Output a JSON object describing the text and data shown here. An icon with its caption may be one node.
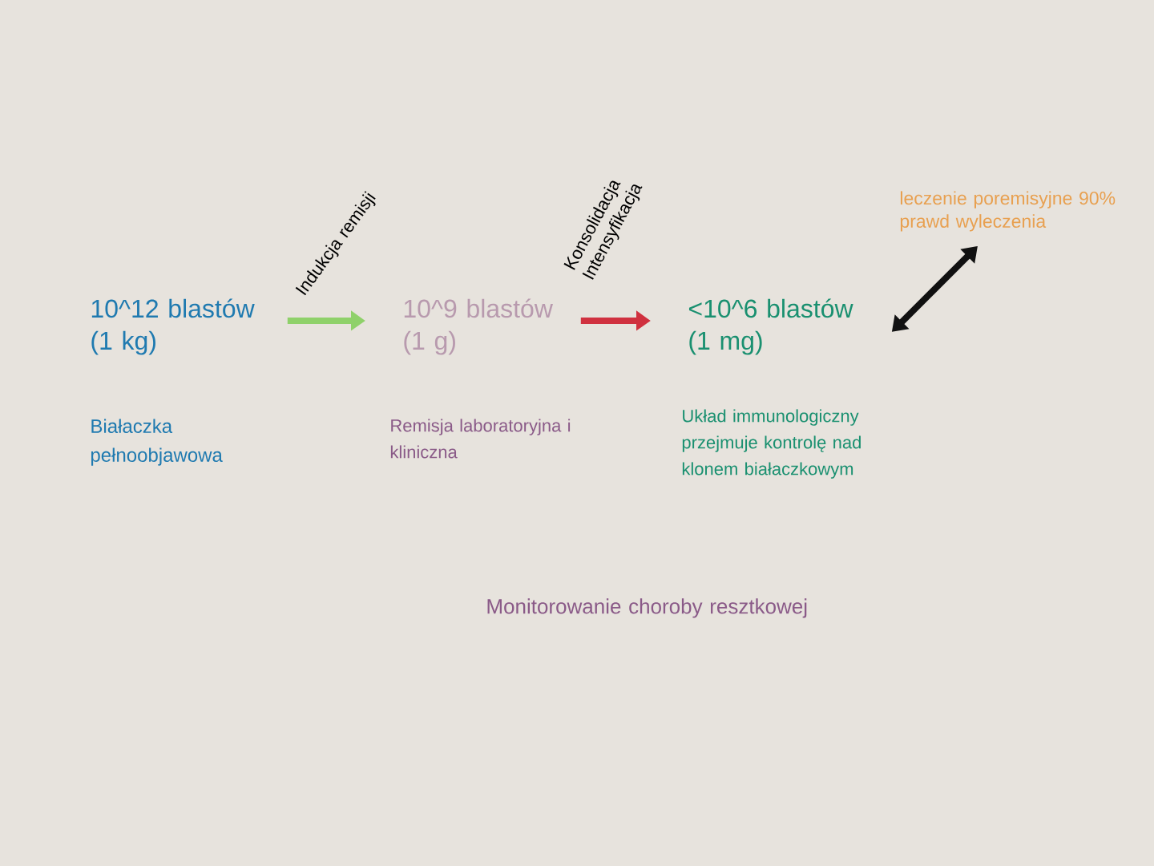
{
  "diagram": {
    "nodes": [
      {
        "text": [
          "10^12 blastów (1 kg)"
        ]
      },
      {
        "text": [
          "10^9 blastów (1 g)"
        ]
      },
      {
        "text": [
          "<10^6 blastów (1 mg)"
        ]
      },
      {
        "text": [
          "leczenie poremisyjne 90% prawd wyleczenia"
        ]
      }
    ],
    "edges": [
      {
        "from": 0,
        "to": 1,
        "arrow": "to",
        "label": "Indukcja remisji",
        "color": "#8fd16a"
      },
      {
        "from": 1,
        "to": 2,
        "arrow": "to",
        "label": "Konsolidacja Intensyfikacja",
        "color": "#d0313f"
      },
      {
        "from": 2,
        "to": 3,
        "arrow": "both",
        "color": "#111111"
      }
    ],
    "labels": [
      "Białaczka pełnoobjawowa",
      "Remisja laboratoryjna i kliniczna",
      "Układ immunologiczny przejmuje kontrolę nad klonem białaczkowym",
      "Monitorowanie choroby resztkowej"
    ]
  }
}
